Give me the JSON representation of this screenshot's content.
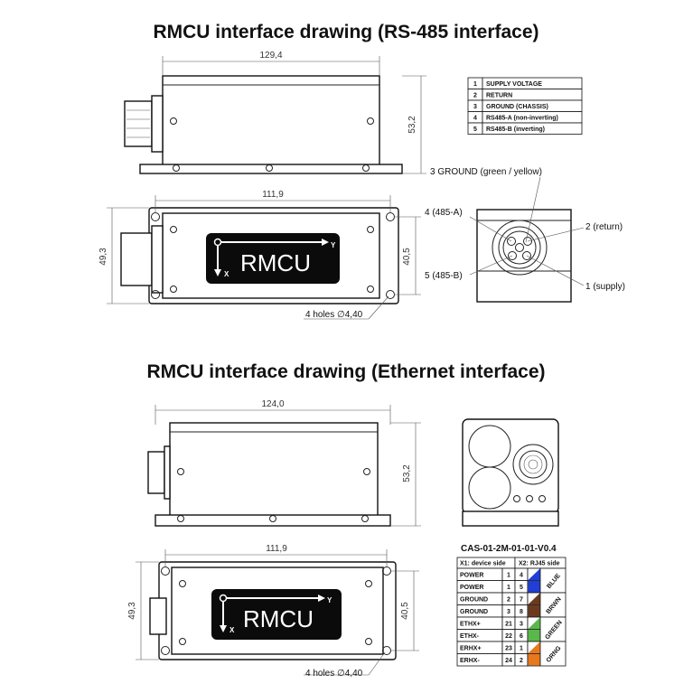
{
  "section1": {
    "title": "RMCU interface drawing (RS-485 interface)",
    "dim_top_width": "129,4",
    "dim_top_height": "53,2",
    "dim_bottom_width": "111,9",
    "dim_bottom_height_outer": "49,3",
    "dim_bottom_height_inner": "40,5",
    "holes_note": "4 holes ∅4,40",
    "logo_text": "RMCU",
    "axis_x": "X",
    "axis_y": "Y",
    "pin_table": [
      {
        "num": "1",
        "name": "SUPPLY VOLTAGE"
      },
      {
        "num": "2",
        "name": "RETURN"
      },
      {
        "num": "3",
        "name": "GROUND (CHASSIS)"
      },
      {
        "num": "4",
        "name": "RS485-A (non-inverting)"
      },
      {
        "num": "5",
        "name": "RS485-B (inverting)"
      }
    ],
    "connector_labels": {
      "ground": "3 GROUND (green / yellow)",
      "a485": "4 (485-A)",
      "ret": "2 (return)",
      "b485": "5 (485-B)",
      "supply": "1 (supply)"
    }
  },
  "section2": {
    "title": "RMCU interface drawing (Ethernet interface)",
    "dim_top_width": "124,0",
    "dim_top_height": "53,2",
    "dim_bottom_width": "111,9",
    "dim_bottom_height_outer": "49,3",
    "dim_bottom_height_inner": "40,5",
    "holes_note": "4 holes ∅4,40",
    "logo_text": "RMCU",
    "axis_x": "X",
    "axis_y": "Y",
    "cable_title": "CAS-01-2M-01-01-V0.4",
    "cable_header_x1": "X1: device side",
    "cable_header_x2": "X2: RJ45 side",
    "cable_rows": [
      {
        "name": "POWER",
        "x1": "1",
        "x2": "4",
        "color": "#1f3fd6",
        "half": true
      },
      {
        "name": "POWER",
        "x1": "1",
        "x2": "5",
        "color": "#1f3fd6",
        "half": false
      },
      {
        "name": "GROUND",
        "x1": "2",
        "x2": "7",
        "color": "#6b3a1e",
        "half": true
      },
      {
        "name": "GROUND",
        "x1": "3",
        "x2": "8",
        "color": "#6b3a1e",
        "half": false
      },
      {
        "name": "ETHX+",
        "x1": "21",
        "x2": "3",
        "color": "#59b84a",
        "half": true
      },
      {
        "name": "ETHX-",
        "x1": "22",
        "x2": "6",
        "color": "#59b84a",
        "half": false
      },
      {
        "name": "ERHX+",
        "x1": "23",
        "x2": "1",
        "color": "#e8781e",
        "half": true
      },
      {
        "name": "ERHX-",
        "x1": "24",
        "x2": "2",
        "color": "#e8781e",
        "half": false
      }
    ],
    "color_groups": [
      "BLUE",
      "BRWN",
      "GREEN",
      "ORNG"
    ]
  }
}
